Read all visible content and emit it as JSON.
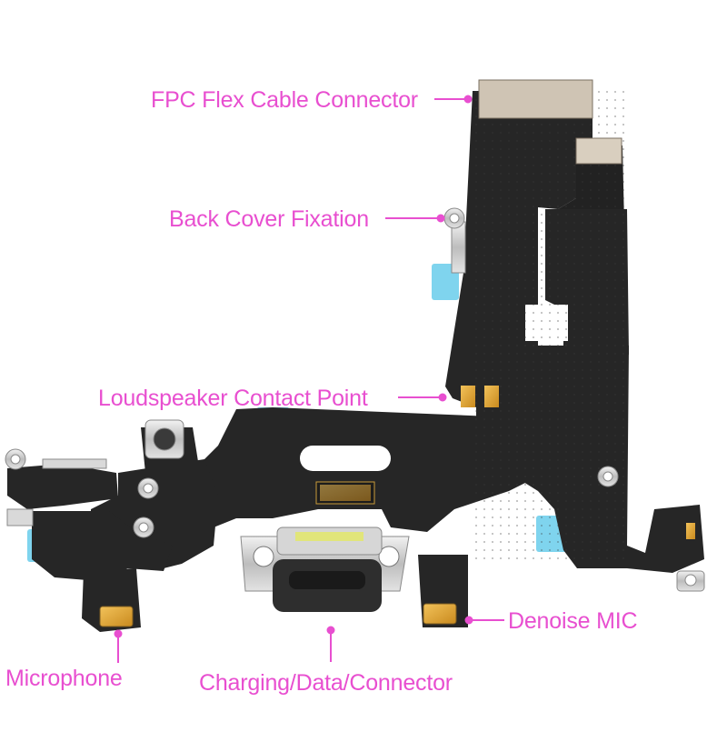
{
  "accent_color": "#e84fd0",
  "flex_color": "#262626",
  "labels": {
    "fpc": "FPC Flex Cable Connector",
    "back_cover": "Back Cover Fixation",
    "loudspeaker": "Loudspeaker  Contact Point",
    "denoise": "Denoise MIC",
    "microphone": "Microphone",
    "charging": "Charging/Data/Connector"
  }
}
